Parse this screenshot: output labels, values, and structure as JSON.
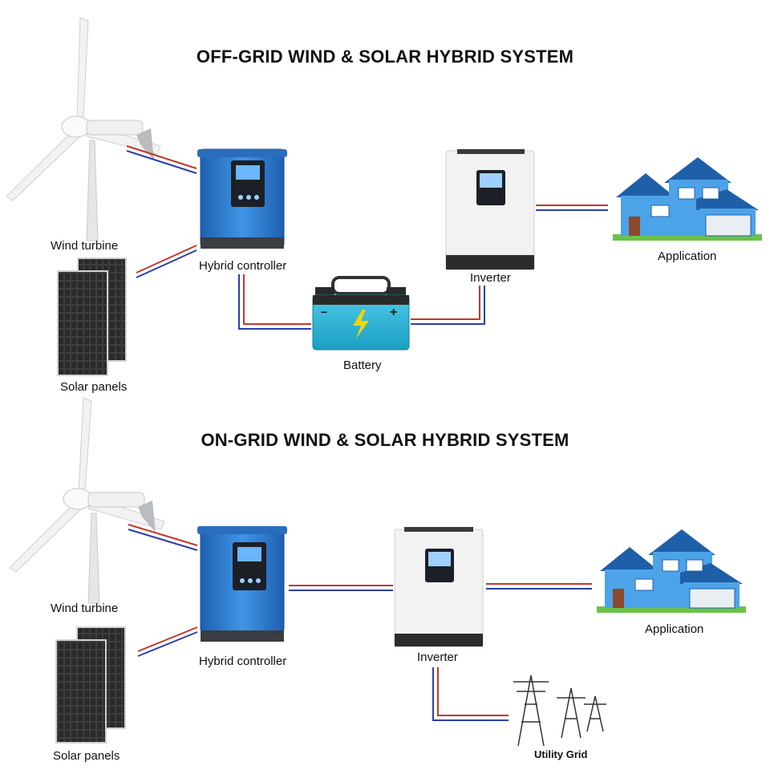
{
  "off_grid": {
    "title": "OFF-GRID WIND & SOLAR HYBRID SYSTEM",
    "wind_turbine": "Wind turbine",
    "solar_panels": "Solar panels",
    "hybrid_controller": "Hybrid controller",
    "battery": "Battery",
    "inverter": "Inverter",
    "application": "Application"
  },
  "on_grid": {
    "title": "ON-GRID WIND & SOLAR HYBRID SYSTEM",
    "wind_turbine": "Wind turbine",
    "solar_panels": "Solar panels",
    "hybrid_controller": "Hybrid controller",
    "inverter": "Inverter",
    "application": "Application",
    "utility_grid": "Utility Grid"
  },
  "colors": {
    "wire_positive": "#c0392b",
    "wire_negative": "#2c3ea8",
    "controller_blue": "#2f7fd1",
    "battery_teal": "#2fb6d6",
    "house_blue": "#2e86de",
    "inverter_body": "#f2f2f2"
  }
}
